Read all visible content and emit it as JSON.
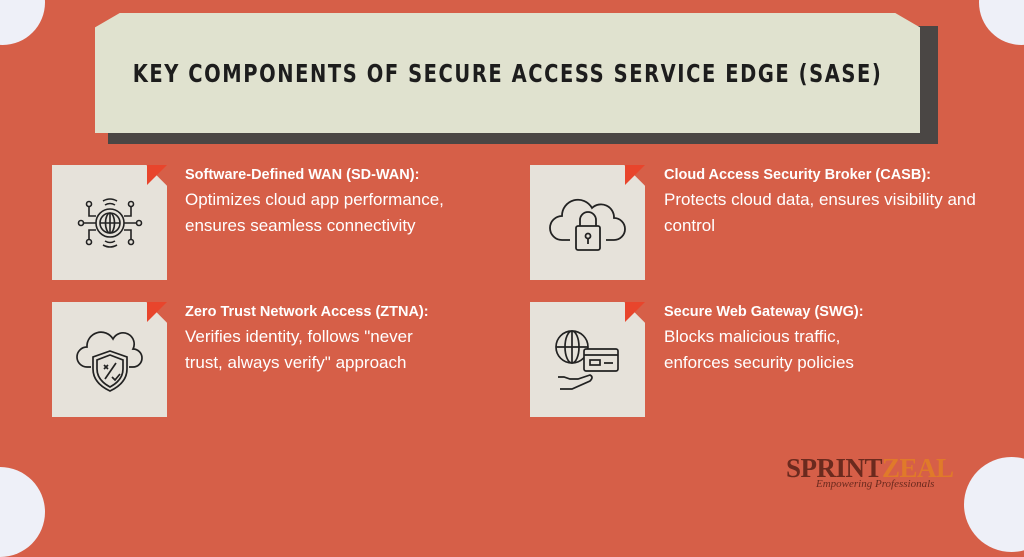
{
  "title": "KEY COMPONENTS OF SECURE ACCESS SERVICE EDGE (SASE)",
  "items": [
    {
      "heading": "Software-Defined WAN (SD-WAN):",
      "desc": "Optimizes cloud app performance, ensures seamless connectivity",
      "icon": "globe-network-icon"
    },
    {
      "heading": "Cloud Access Security Broker (CASB):",
      "desc": "Protects cloud data, ensures visibility and control",
      "icon": "cloud-lock-icon"
    },
    {
      "heading": "Zero Trust Network Access (ZTNA):",
      "desc": "Verifies identity, follows \"never trust, always verify\" approach",
      "icon": "cloud-shield-icon"
    },
    {
      "heading": "Secure Web Gateway (SWG):",
      "desc": "Blocks malicious traffic, enforces security policies",
      "icon": "globe-card-hand-icon"
    }
  ],
  "logo": {
    "part1": "SPRINT",
    "part2": "ZEAL",
    "tagline": "Empowering Professionals"
  },
  "colors": {
    "background": "#d65f48",
    "banner": "#e0e2cf",
    "card": "#e6e2da",
    "accent": "#e8452c"
  }
}
